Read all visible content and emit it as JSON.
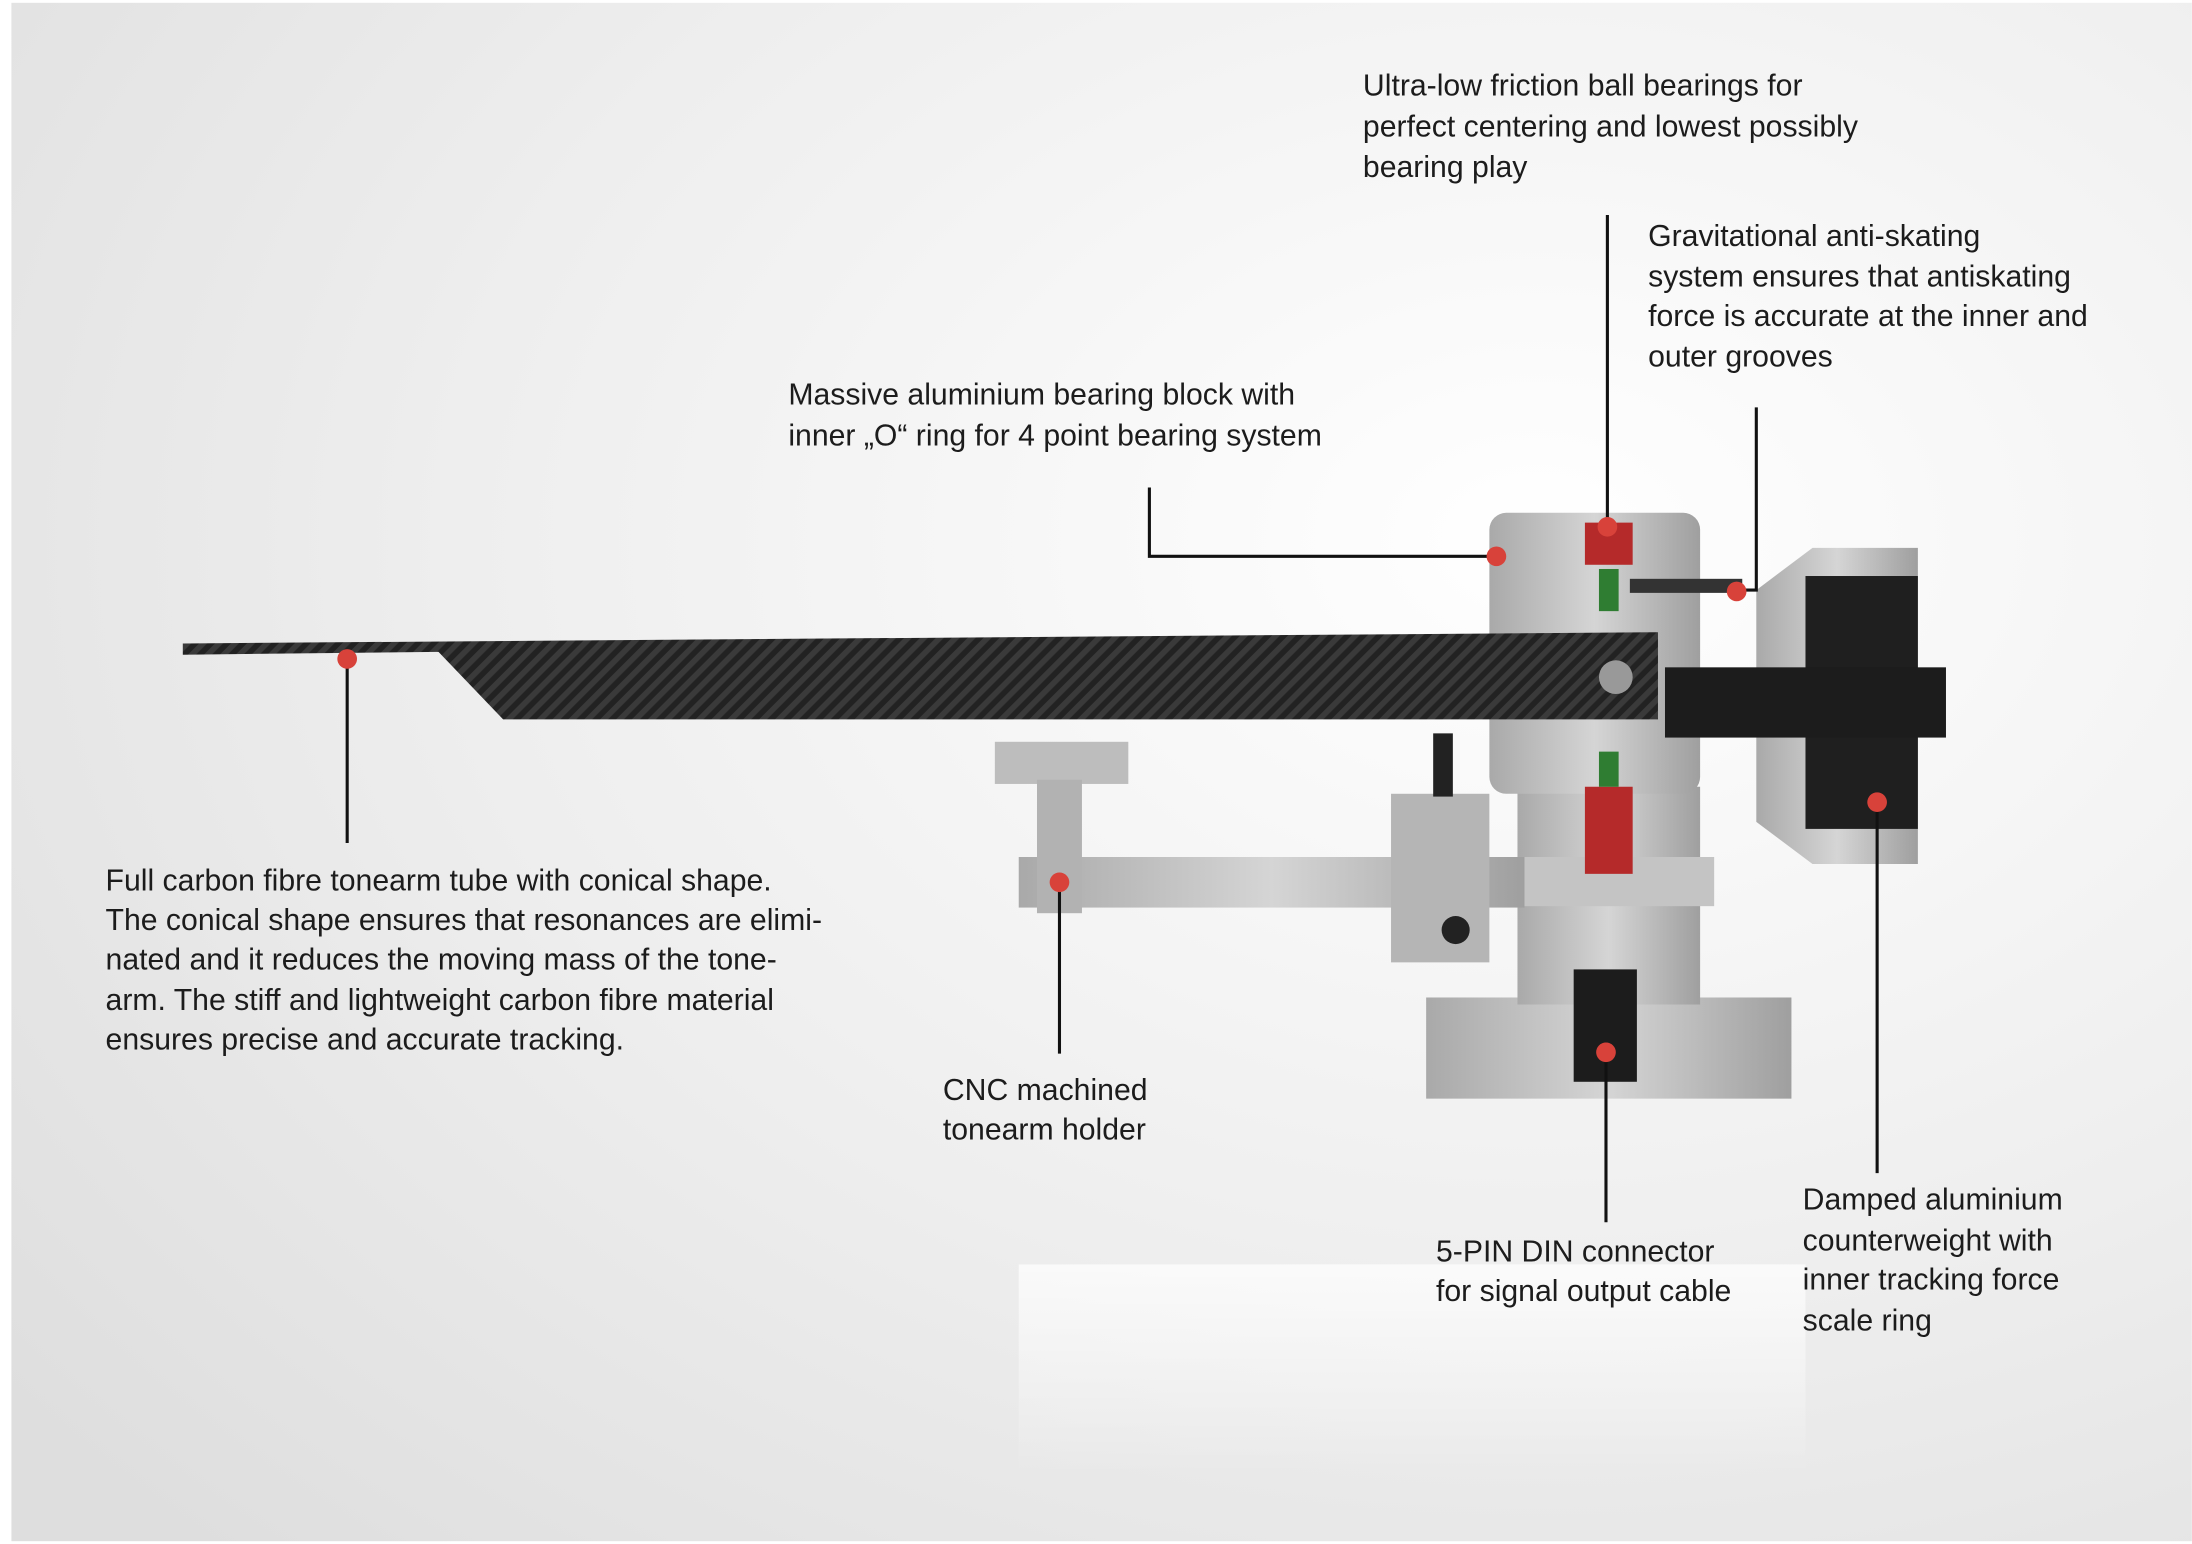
{
  "callouts": {
    "bearings": {
      "lines": [
        "Ultra-low friction ball bearings for",
        "perfect centering and lowest possibly",
        "bearing play"
      ]
    },
    "antiskating": {
      "lines": [
        "Gravitational anti-skating",
        "system ensures that antiskating",
        "force is accurate at the inner and",
        "outer grooves"
      ]
    },
    "bearing_block": {
      "lines": [
        "Massive aluminium bearing block with",
        "inner „O“ ring for 4 point bearing system"
      ]
    },
    "tube": {
      "lines": [
        "Full carbon fibre tonearm tube with conical shape.",
        "The conical shape ensures that resonances are elimi-",
        "nated and it reduces the moving mass of the tone-",
        "arm. The stiff and lightweight carbon fibre material",
        "ensures precise and accurate tracking."
      ]
    },
    "holder": {
      "lines": [
        "CNC machined",
        "tonearm holder"
      ]
    },
    "din": {
      "lines": [
        "5-PIN DIN connector",
        "for signal output cable"
      ]
    },
    "counterweight": {
      "lines": [
        "Damped aluminium",
        "counterweight with",
        "inner tracking force",
        "scale ring"
      ]
    }
  },
  "colors": {
    "marker": "#d8423a",
    "leader": "#111111",
    "carbon": "#262626",
    "aluminium": "#b9b9b9"
  }
}
